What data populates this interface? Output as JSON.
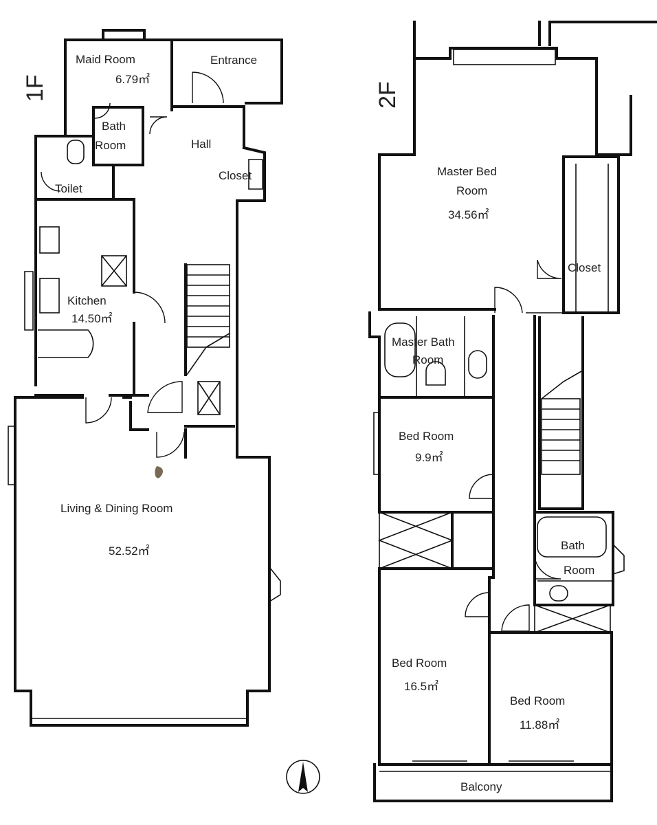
{
  "floors": {
    "first": {
      "label": "1F"
    },
    "second": {
      "label": "2F"
    }
  },
  "rooms_1f": {
    "maid_room": {
      "name": "Maid Room",
      "area": "6.79㎡"
    },
    "entrance": {
      "name": "Entrance"
    },
    "bath_room": {
      "name_1": "Bath",
      "name_2": "Room"
    },
    "hall": {
      "name": "Hall"
    },
    "closet": {
      "name": "Closet"
    },
    "toilet": {
      "name": "Toilet"
    },
    "kitchen": {
      "name": "Kitchen",
      "area": "14.50㎡"
    },
    "living": {
      "name": "Living & Dining Room",
      "area": "52.52㎡"
    }
  },
  "rooms_2f": {
    "master_bed": {
      "name_1": "Master Bed",
      "name_2": "Room",
      "area": "34.56㎡"
    },
    "closet": {
      "name": "Closet"
    },
    "master_bath": {
      "name_1": "Master Bath",
      "name_2": "Room"
    },
    "bed_1": {
      "name": "Bed Room",
      "area": "9.9㎡"
    },
    "bath_room": {
      "name_1": "Bath",
      "name_2": "Room"
    },
    "bed_2": {
      "name": "Bed Room",
      "area": "16.5㎡"
    },
    "bed_3": {
      "name": "Bed Room",
      "area": "11.88㎡"
    },
    "balcony": {
      "name": "Balcony"
    }
  },
  "compass": {
    "icon": "north-arrow-icon"
  }
}
